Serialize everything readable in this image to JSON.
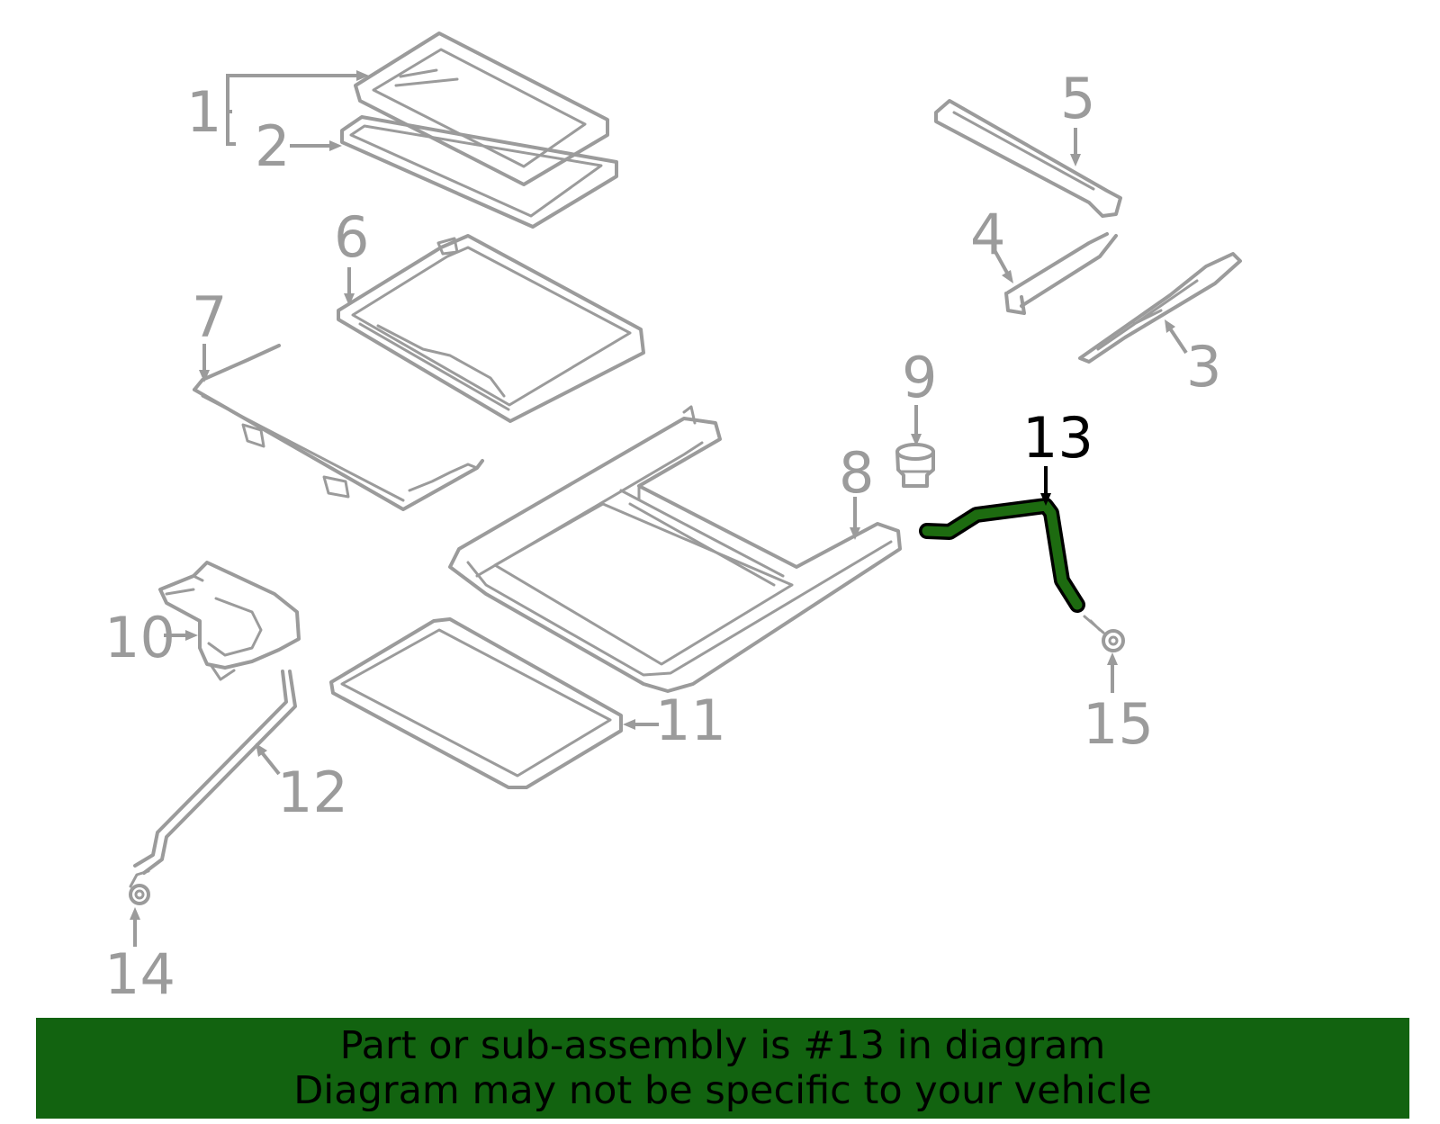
{
  "callouts": {
    "c1": "1",
    "c2": "2",
    "c3": "3",
    "c4": "4",
    "c5": "5",
    "c6": "6",
    "c7": "7",
    "c8": "8",
    "c9": "9",
    "c10": "10",
    "c11": "11",
    "c12": "12",
    "c13": "13",
    "c14": "14",
    "c15": "15"
  },
  "highlighted_part": "13",
  "colors": {
    "highlight": "#1d6b10",
    "banner": "#126310",
    "parts": "#9b9b9b"
  },
  "banner": {
    "line1": "Part or sub-assembly is #13 in diagram",
    "line2": "Diagram may not be specific to your vehicle"
  }
}
